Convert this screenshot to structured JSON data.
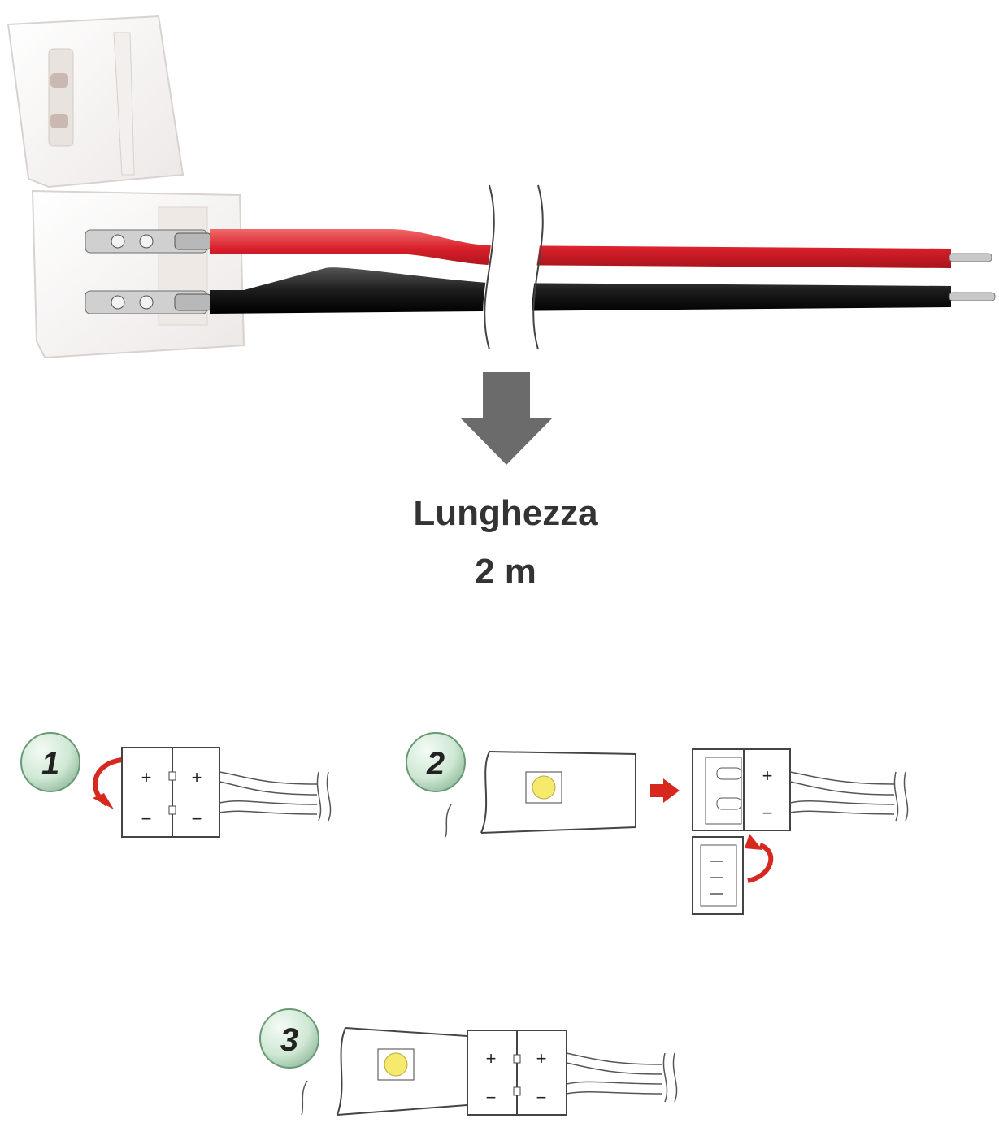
{
  "caption": {
    "line1": "Lunghezza",
    "line2": "2 m"
  },
  "steps": [
    {
      "number": "1"
    },
    {
      "number": "2"
    },
    {
      "number": "3"
    }
  ],
  "terminals": {
    "plus": "+",
    "minus": "−"
  },
  "colors": {
    "wire_red": "#e02424",
    "wire_black": "#1c1c1c",
    "arrow_gray": "#6b6b6b",
    "step_badge": "#cfe8d4",
    "hint_arrow": "#d6281e",
    "led_yellow": "#f7e96b"
  }
}
